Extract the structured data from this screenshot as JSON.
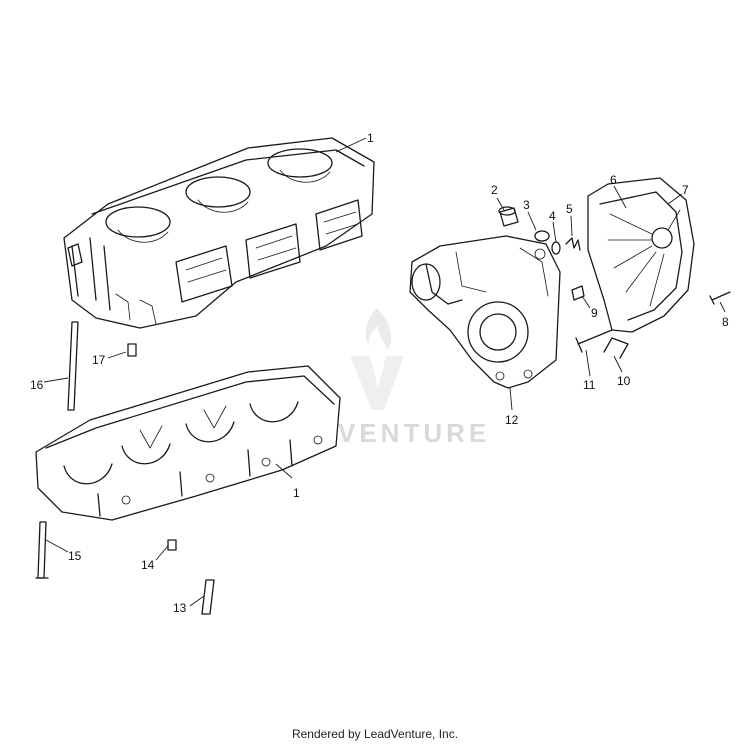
{
  "diagram": {
    "callouts": [
      {
        "id": "c1a",
        "label": "1"
      },
      {
        "id": "c1b",
        "label": "1"
      },
      {
        "id": "c2",
        "label": "2"
      },
      {
        "id": "c3",
        "label": "3"
      },
      {
        "id": "c4",
        "label": "4"
      },
      {
        "id": "c5",
        "label": "5"
      },
      {
        "id": "c6",
        "label": "6"
      },
      {
        "id": "c7",
        "label": "7"
      },
      {
        "id": "c8",
        "label": "8"
      },
      {
        "id": "c9",
        "label": "9"
      },
      {
        "id": "c10",
        "label": "10"
      },
      {
        "id": "c11",
        "label": "11"
      },
      {
        "id": "c12",
        "label": "12"
      },
      {
        "id": "c13",
        "label": "13"
      },
      {
        "id": "c14",
        "label": "14"
      },
      {
        "id": "c15",
        "label": "15"
      },
      {
        "id": "c16",
        "label": "16"
      },
      {
        "id": "c17",
        "label": "17"
      }
    ],
    "watermark": "VENTURE",
    "colors": {
      "line": "#1a1a1a",
      "watermark": "#d9d9d9"
    }
  },
  "footer": {
    "text": "Rendered by LeadVenture, Inc."
  }
}
